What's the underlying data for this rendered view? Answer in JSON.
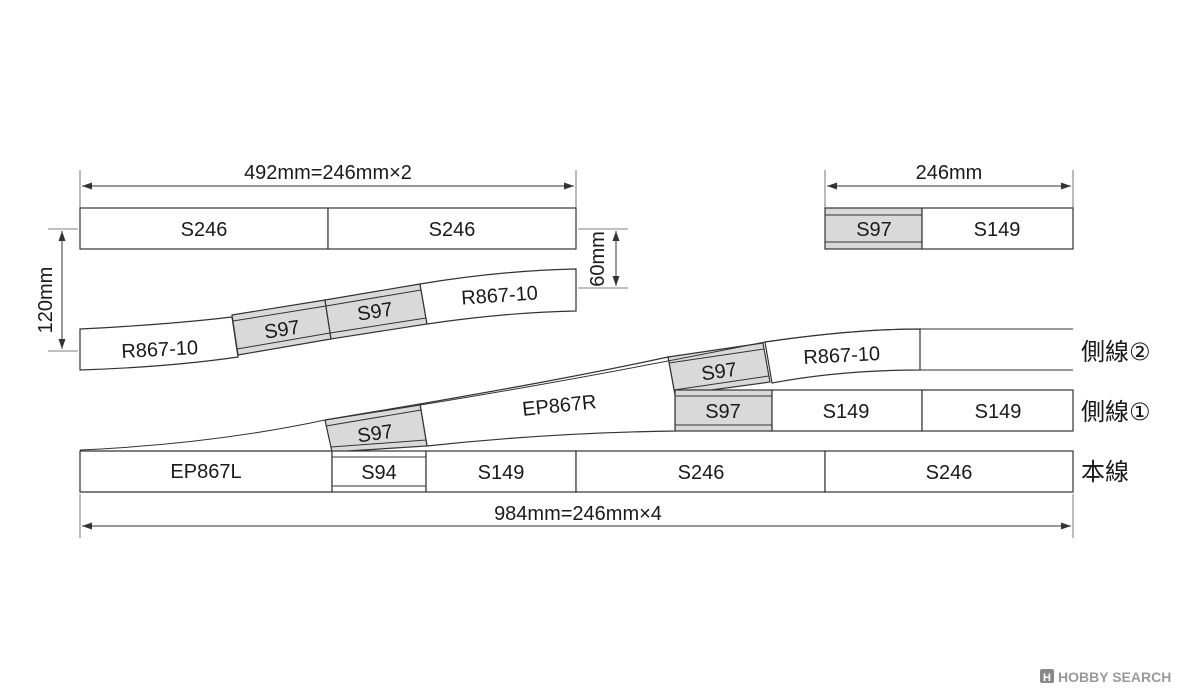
{
  "dimensions": {
    "top_left": "492mm=246mm×2",
    "top_right": "246mm",
    "bottom": "984mm=246mm×4",
    "left_vertical": "120mm",
    "mid_vertical": "60mm"
  },
  "pieces": {
    "s246_a": "S246",
    "s246_b": "S246",
    "s97_top_right": "S97",
    "s149_top_right": "S149",
    "r867_left": "R867-10",
    "s97_curve_a": "S97",
    "s97_curve_b": "S97",
    "r867_right": "R867-10",
    "r867_side2": "R867-10",
    "s97_side2": "S97",
    "s97_side1": "S97",
    "s149_side1_a": "S149",
    "s149_side1_b": "S149",
    "ep867r": "EP867R",
    "s97_lower": "S97",
    "ep867l": "EP867L",
    "s94": "S94",
    "s149_main": "S149",
    "s246_main_a": "S246",
    "s246_main_b": "S246"
  },
  "track_labels": {
    "side2": "側線②",
    "side1": "側線①",
    "main": "本線"
  },
  "watermark": "HOBBY SEARCH",
  "colors": {
    "piece_fill": "#ffffff",
    "spacer_fill": "#d9d9d9",
    "line": "#333333"
  }
}
